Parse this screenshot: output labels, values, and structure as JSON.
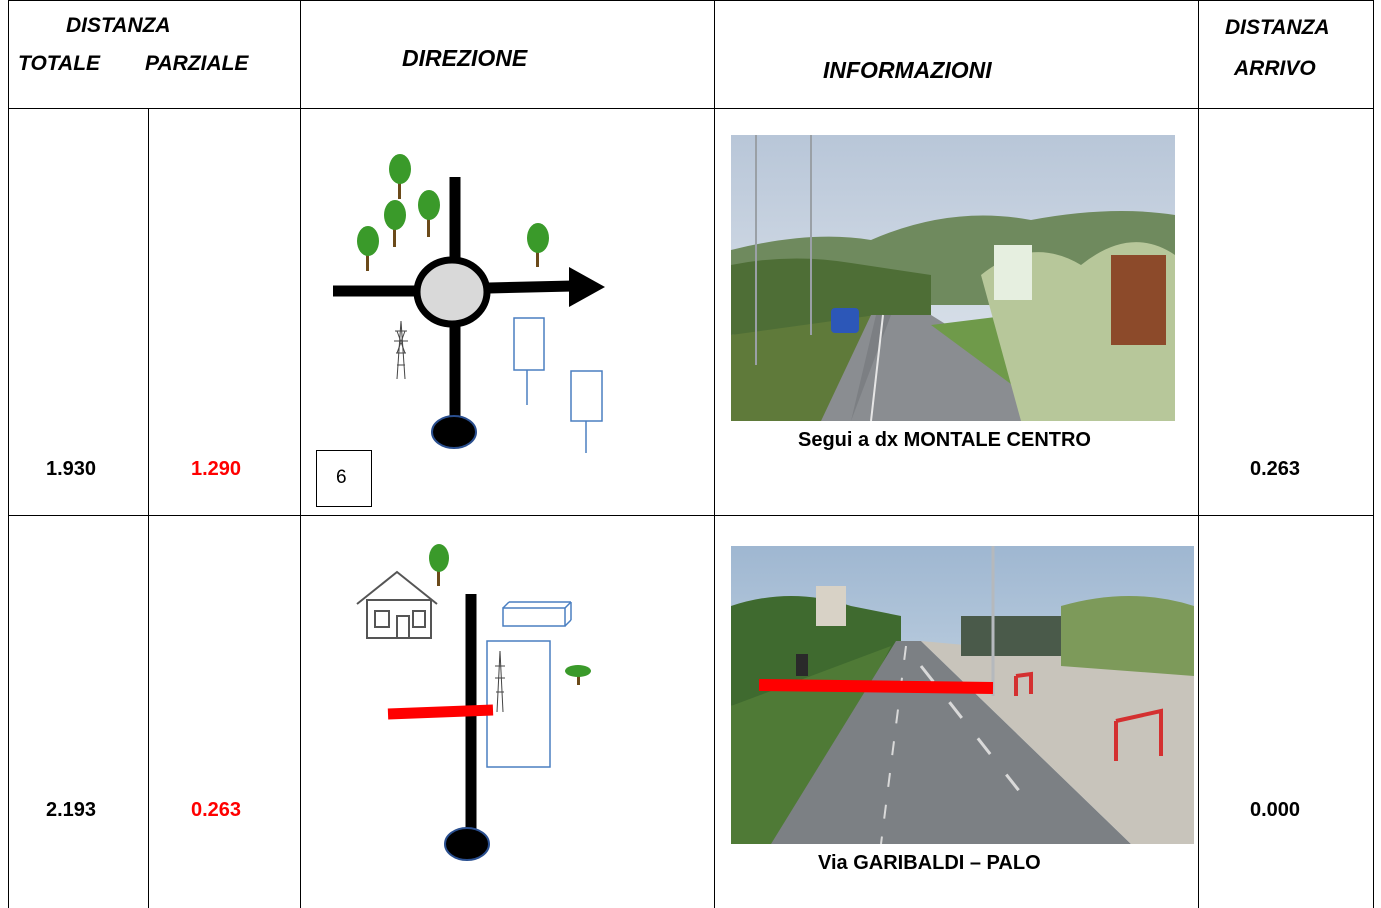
{
  "header": {
    "distanza": "DISTANZA",
    "totale": "TOTALE",
    "parziale": "PARZIALE",
    "direzione": "DIREZIONE",
    "informazioni": "INFORMAZIONI",
    "distanza_arrivo_line1": "DISTANZA",
    "distanza_arrivo_line2": "ARRIVO"
  },
  "rows": [
    {
      "totale": "1.930",
      "parziale": "1.290",
      "step_number": "6",
      "info_caption": "Segui a dx MONTALE CENTRO",
      "distanza_arrivo": "0.263"
    },
    {
      "totale": "2.193",
      "parziale": "0.263",
      "info_caption": "Via GARIBALDI – PALO",
      "distanza_arrivo": "0.000"
    }
  ],
  "colors": {
    "partial_distance": "#ff0000",
    "road": "#000000",
    "roundabout_fill": "#d9d9d9",
    "tree": "#3a9a2a",
    "building_outline": "#4a7fc1",
    "stop_bar": "#ff0000"
  }
}
